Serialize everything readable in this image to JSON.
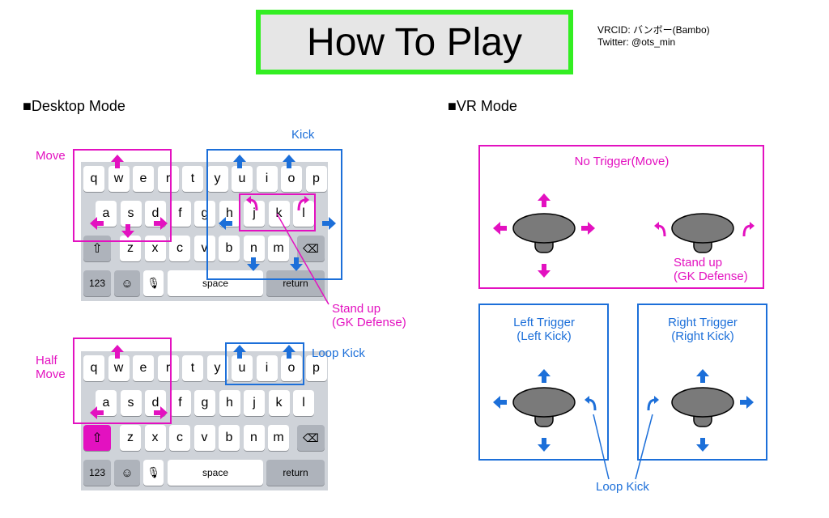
{
  "title": "How To Play",
  "credits": [
    "VRCID: バンボー(Bambo)",
    "Twitter: @ots_min"
  ],
  "sections": {
    "desktop": "■Desktop Mode",
    "vr": "■VR Mode"
  },
  "keyboard": {
    "row1": [
      "q",
      "w",
      "e",
      "r",
      "t",
      "y",
      "u",
      "i",
      "o",
      "p"
    ],
    "row2": [
      "a",
      "s",
      "d",
      "f",
      "g",
      "h",
      "j",
      "k",
      "l"
    ],
    "row3": [
      "z",
      "x",
      "c",
      "v",
      "b",
      "n",
      "m"
    ],
    "num_label": "123",
    "space_label": "space",
    "return_label": "return"
  },
  "desktop_labels": {
    "move": "Move",
    "kick": "Kick",
    "stand_up": [
      "Stand up",
      "(GK Defense)"
    ],
    "half_move": [
      "Half",
      "Move"
    ],
    "loop_kick": "Loop Kick"
  },
  "vr_labels": {
    "no_trigger": "No Trigger(Move)",
    "stand_up": [
      "Stand up",
      "(GK Defense)"
    ],
    "left_trigger": [
      "Left Trigger",
      "(Left Kick)"
    ],
    "right_trigger": [
      "Right Trigger",
      "(Right Kick)"
    ],
    "loop_kick": "Loop Kick"
  },
  "colors": {
    "magenta": "#e311c0",
    "blue": "#1c6fd9",
    "title_border": "#33ee22",
    "stick": "#7a7a7a"
  },
  "icons": [
    "shift-icon",
    "backspace-icon",
    "emoji-icon",
    "mic-icon",
    "arrow-up-icon",
    "arrow-down-icon",
    "arrow-left-icon",
    "arrow-right-icon",
    "curved-arrow-left-icon",
    "curved-arrow-right-icon",
    "joystick-icon"
  ]
}
